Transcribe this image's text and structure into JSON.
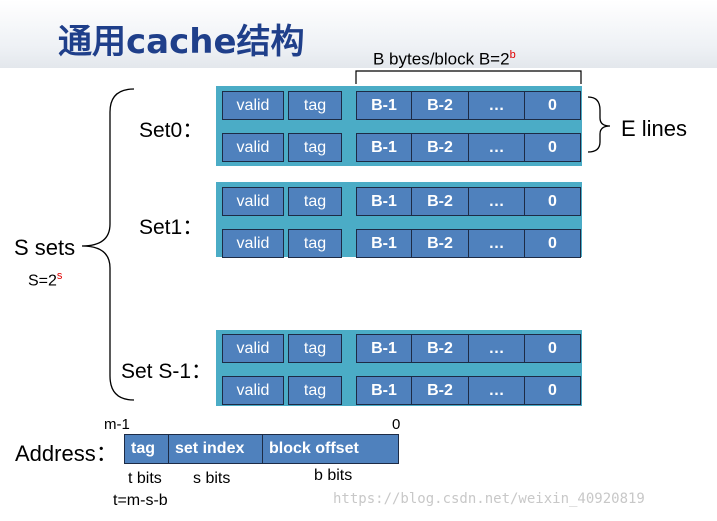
{
  "title": "通用cache结构",
  "block_label": {
    "text": "B bytes/block  B=2",
    "sup": "b"
  },
  "e_lines": "E lines",
  "s_sets": "S sets",
  "s_formula": {
    "text": "S=2",
    "sup": "s"
  },
  "sets": [
    {
      "label": "Set0："
    },
    {
      "label": "Set1："
    },
    {
      "label": "Set S-1："
    }
  ],
  "line_cells": {
    "valid": "valid",
    "tag": "tag",
    "blocks": [
      "B-1",
      "B-2",
      "…",
      "0"
    ]
  },
  "address": {
    "label": "Address：",
    "high_bit": "m-1",
    "low_bit": "0",
    "fields": [
      "tag",
      "set index",
      "block offset"
    ],
    "bits": [
      "t bits",
      "s bits",
      "b bits"
    ],
    "formula": "t=m-s-b"
  },
  "watermark": "https://blog.csdn.net/weixin_40920819"
}
